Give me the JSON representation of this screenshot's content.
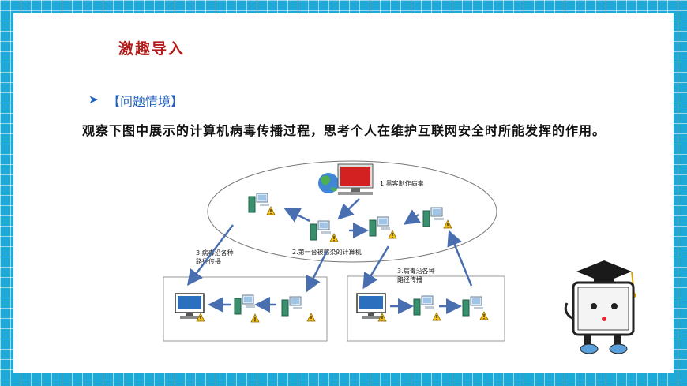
{
  "slide": {
    "title": "激趣导入",
    "section": "【问题情境】",
    "body": "观察下图中展示的计算机病毒传播过程，思考个人在维护互联网安全时所能发挥的作用。"
  },
  "diagram": {
    "label1": "1.黑客制作病毒",
    "label2": "2.第一台被感染的计算机",
    "label3a_line1": "3.病毒沿各种",
    "label3a_line2": "路径传播",
    "label3b_line1": "3.病毒沿各种",
    "label3b_line2": "路径传播"
  },
  "colors": {
    "frame": "#1fa9d6",
    "title": "#b31b1b",
    "accent": "#1e5fbf",
    "arrow": "#4a6fb0"
  }
}
